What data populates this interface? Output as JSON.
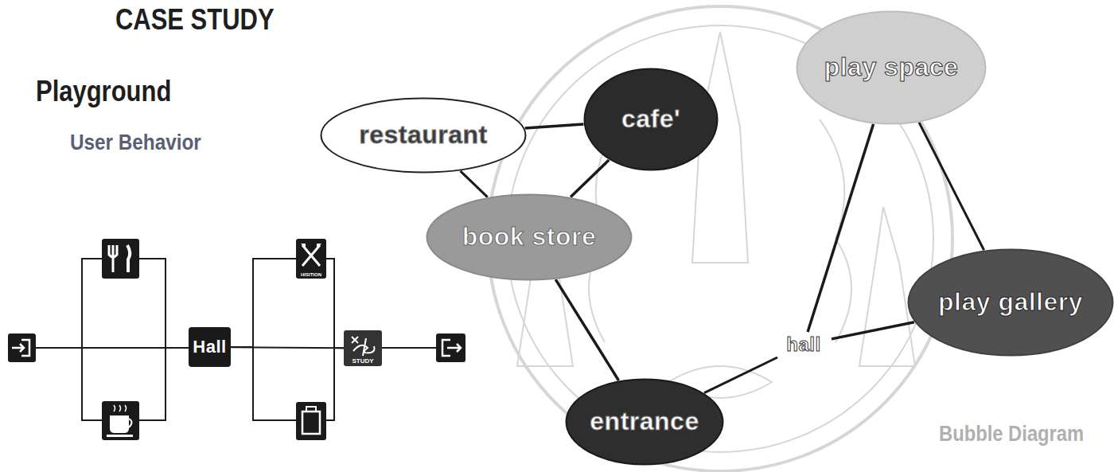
{
  "diagram": {
    "title": "CASE STUDY",
    "nodes": [
      {
        "text": [
          "Hall"
        ]
      },
      {
        "text": [
          "HISITION"
        ]
      },
      {
        "text": [
          "STUDY"
        ]
      },
      {
        "text": [
          "restaurant"
        ]
      },
      {
        "text": [
          "cafe'"
        ]
      },
      {
        "text": [
          "play space"
        ]
      },
      {
        "text": [
          "book store"
        ]
      },
      {
        "text": [
          "play gallery"
        ]
      },
      {
        "text": [
          "hall"
        ]
      },
      {
        "text": [
          "entrance"
        ]
      }
    ],
    "edges": [
      {
        "from": 0,
        "to": 1,
        "arrow": "none"
      },
      {
        "from": 1,
        "to": 2,
        "arrow": "none"
      },
      {
        "from": 0,
        "to": 2,
        "arrow": "none"
      },
      {
        "from": 3,
        "to": 4,
        "arrow": "none"
      },
      {
        "from": 3,
        "to": 6,
        "arrow": "none"
      },
      {
        "from": 4,
        "to": 6,
        "arrow": "none"
      },
      {
        "from": 6,
        "to": 9,
        "arrow": "none"
      },
      {
        "from": 9,
        "to": 8,
        "arrow": "none"
      },
      {
        "from": 8,
        "to": 5,
        "arrow": "none"
      },
      {
        "from": 8,
        "to": 7,
        "arrow": "none"
      },
      {
        "from": 5,
        "to": 7,
        "arrow": "none"
      }
    ],
    "labels": [
      "Playground",
      "User Behavior",
      "Bubble Diagram"
    ]
  }
}
